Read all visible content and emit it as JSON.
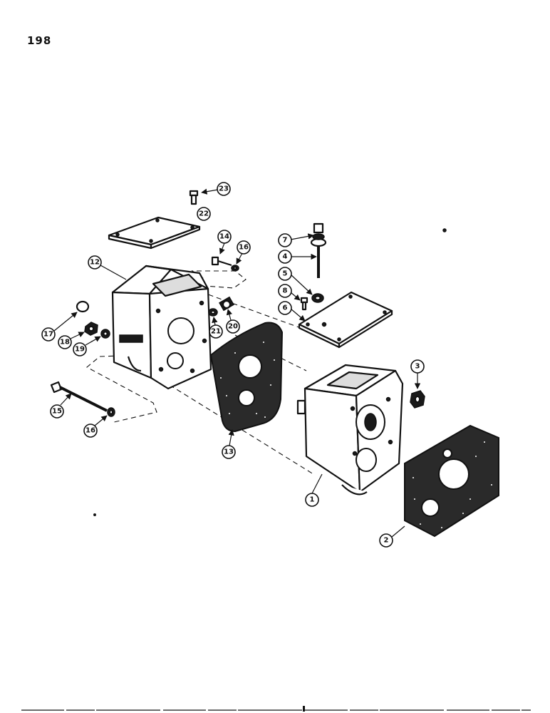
{
  "page_number": "198",
  "callouts": [
    "1",
    "2",
    "3",
    "4",
    "5",
    "6",
    "7",
    "8",
    "12",
    "13",
    "14",
    "15",
    "16",
    "16",
    "17",
    "18",
    "19",
    "20",
    "21",
    "22",
    "23"
  ]
}
